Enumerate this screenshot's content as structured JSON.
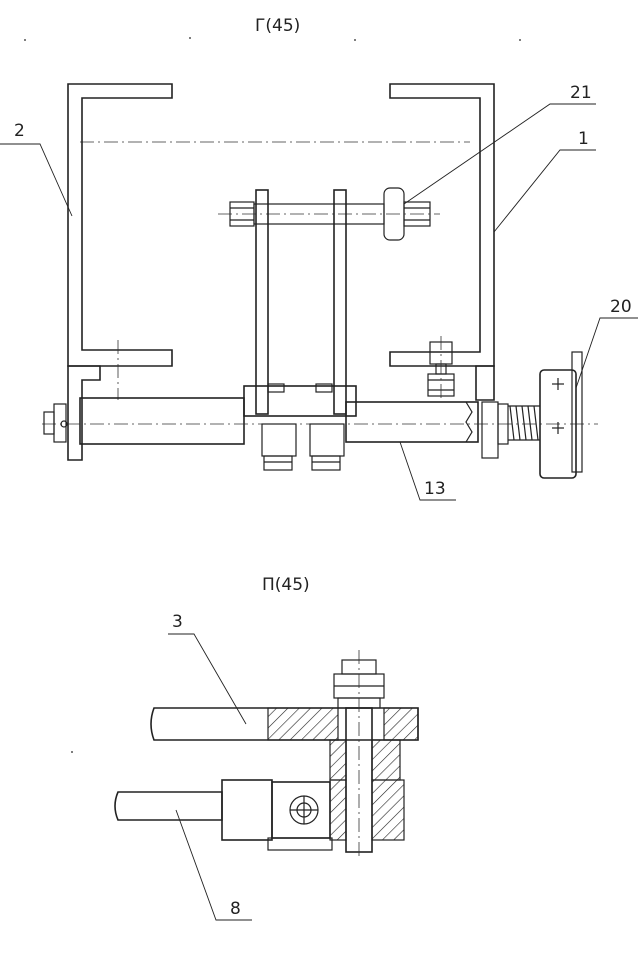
{
  "views": {
    "top": {
      "title": "Г(45)"
    },
    "bottom": {
      "title": "П(45)"
    }
  },
  "callouts": {
    "c2": "2",
    "c21": "21",
    "c1": "1",
    "c20": "20",
    "c13": "13",
    "c3": "3",
    "c8": "8"
  },
  "colors": {
    "line": "#222222",
    "background": "#ffffff"
  }
}
